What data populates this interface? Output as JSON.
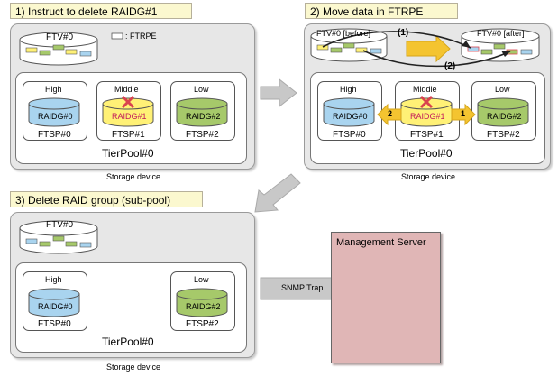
{
  "steps": {
    "step1": "1) Instruct to delete RAIDG#1",
    "step2": "2) Move data in FTRPE",
    "step3": "3) Delete RAID group (sub-pool)"
  },
  "device_label": "Storage device",
  "legend_label": ": FTRPE",
  "pool_name": "TierPool#0",
  "ftv": {
    "plain": "FTV#0",
    "before": "FTV#0 [before]",
    "after": "FTV#0 [after]"
  },
  "tiers": {
    "high": "High",
    "middle": "Middle",
    "low": "Low"
  },
  "raid": {
    "r0": "RAIDG#0",
    "r1": "RAIDG#1",
    "r2": "RAIDG#2"
  },
  "ftsp": {
    "f0": "FTSP#0",
    "f1": "FTSP#1",
    "f2": "FTSP#2"
  },
  "move_labels": {
    "arrow1": "(1)",
    "arrow2": "(2)",
    "badge1": "1",
    "badge2": "2"
  },
  "snmp_label": "SNMP Trap",
  "server_label": "Management Server",
  "colors": {
    "title_bg": "#fbf8cf",
    "device_bg": "#e7e7e7",
    "blue_disk": "#a9d4ef",
    "yellow_disk": "#fff176",
    "green_disk": "#a6c96a",
    "server_bg": "#e0b6b6",
    "delete_x": "#d9434f",
    "move_arrow": "#f4c430"
  }
}
